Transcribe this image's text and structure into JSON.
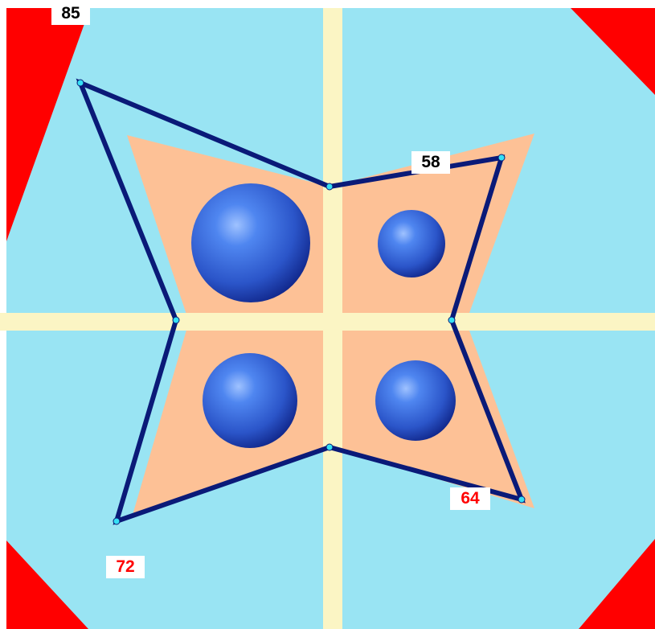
{
  "labels": {
    "top_left": "85",
    "top_right": "58",
    "bottom_right": "64",
    "bottom_left": "72"
  },
  "colors": {
    "corner_red": "#ff0000",
    "diamond_blue": "#99e4f3",
    "star_peach": "#fdc196",
    "cross_cream": "#fbf5c4",
    "outline_navy": "#0a1a78",
    "vertex_cyan": "#35e0f5",
    "sphere_blue": "#2f5fd8",
    "label_black": "#000000",
    "label_red": "#ff0000"
  }
}
